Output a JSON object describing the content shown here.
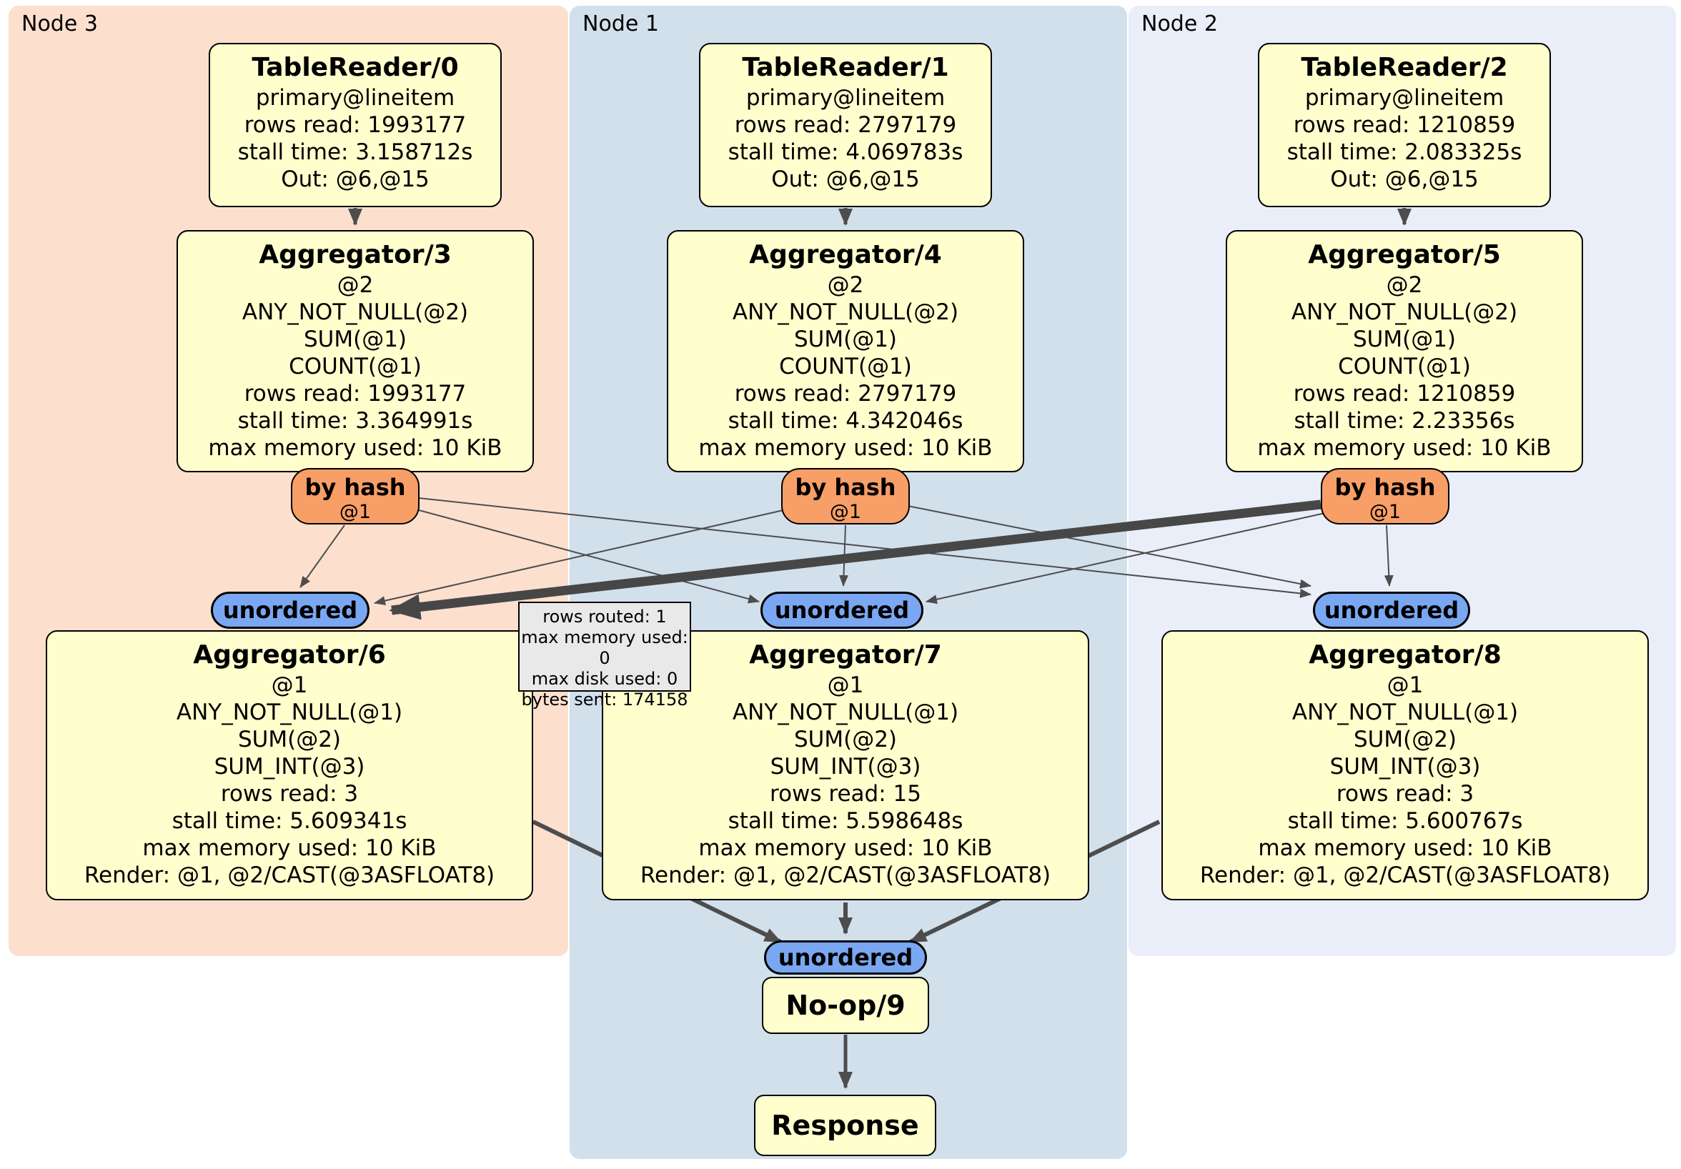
{
  "regions": {
    "node3": {
      "label": "Node 3",
      "bg": "#fce0cd"
    },
    "node1": {
      "label": "Node 1",
      "bg": "#d2e0ec"
    },
    "node2": {
      "label": "Node 2",
      "bg": "#e9eef8"
    }
  },
  "processors": {
    "tablereader0": {
      "title": "TableReader/0",
      "lines": [
        "primary@lineitem",
        "rows read: 1993177",
        "stall time: 3.158712s",
        "Out: @6,@15"
      ]
    },
    "tablereader1": {
      "title": "TableReader/1",
      "lines": [
        "primary@lineitem",
        "rows read: 2797179",
        "stall time: 4.069783s",
        "Out: @6,@15"
      ]
    },
    "tablereader2": {
      "title": "TableReader/2",
      "lines": [
        "primary@lineitem",
        "rows read: 1210859",
        "stall time: 2.083325s",
        "Out: @6,@15"
      ]
    },
    "aggregator3": {
      "title": "Aggregator/3",
      "lines": [
        "@2",
        "ANY_NOT_NULL(@2)",
        "SUM(@1)",
        "COUNT(@1)",
        "rows read: 1993177",
        "stall time: 3.364991s",
        "max memory used: 10 KiB"
      ]
    },
    "aggregator4": {
      "title": "Aggregator/4",
      "lines": [
        "@2",
        "ANY_NOT_NULL(@2)",
        "SUM(@1)",
        "COUNT(@1)",
        "rows read: 2797179",
        "stall time: 4.342046s",
        "max memory used: 10 KiB"
      ]
    },
    "aggregator5": {
      "title": "Aggregator/5",
      "lines": [
        "@2",
        "ANY_NOT_NULL(@2)",
        "SUM(@1)",
        "COUNT(@1)",
        "rows read: 1210859",
        "stall time: 2.23356s",
        "max memory used: 10 KiB"
      ]
    },
    "aggregator6": {
      "title": "Aggregator/6",
      "lines": [
        "@1",
        "ANY_NOT_NULL(@1)",
        "SUM(@2)",
        "SUM_INT(@3)",
        "rows read: 3",
        "stall time: 5.609341s",
        "max memory used: 10 KiB",
        "Render: @1, @2/CAST(@3ASFLOAT8)"
      ]
    },
    "aggregator7": {
      "title": "Aggregator/7",
      "lines": [
        "@1",
        "ANY_NOT_NULL(@1)",
        "SUM(@2)",
        "SUM_INT(@3)",
        "rows read: 15",
        "stall time: 5.598648s",
        "max memory used: 10 KiB",
        "Render: @1, @2/CAST(@3ASFLOAT8)"
      ]
    },
    "aggregator8": {
      "title": "Aggregator/8",
      "lines": [
        "@1",
        "ANY_NOT_NULL(@1)",
        "SUM(@2)",
        "SUM_INT(@3)",
        "rows read: 3",
        "stall time: 5.600767s",
        "max memory used: 10 KiB",
        "Render: @1, @2/CAST(@3ASFLOAT8)"
      ]
    },
    "noop9": {
      "title": "No-op/9"
    },
    "response": {
      "title": "Response"
    }
  },
  "routers": {
    "label": "by hash",
    "key": "@1"
  },
  "sync": {
    "label": "unordered"
  },
  "edge_tooltip": {
    "lines": [
      "rows routed: 1",
      "max memory used: 0",
      "max disk used: 0",
      "bytes sent: 174158"
    ]
  },
  "colors": {
    "processor_fill": "#ffffce",
    "router_fill": "#f89e67",
    "sync_fill": "#7aa7f2",
    "edge": "#4d4d4d",
    "tooltip_bg": "#e9e9e9",
    "region_node3": "#fce0cd",
    "region_node1": "#d2e0ec",
    "region_node2": "#e9eef8"
  }
}
